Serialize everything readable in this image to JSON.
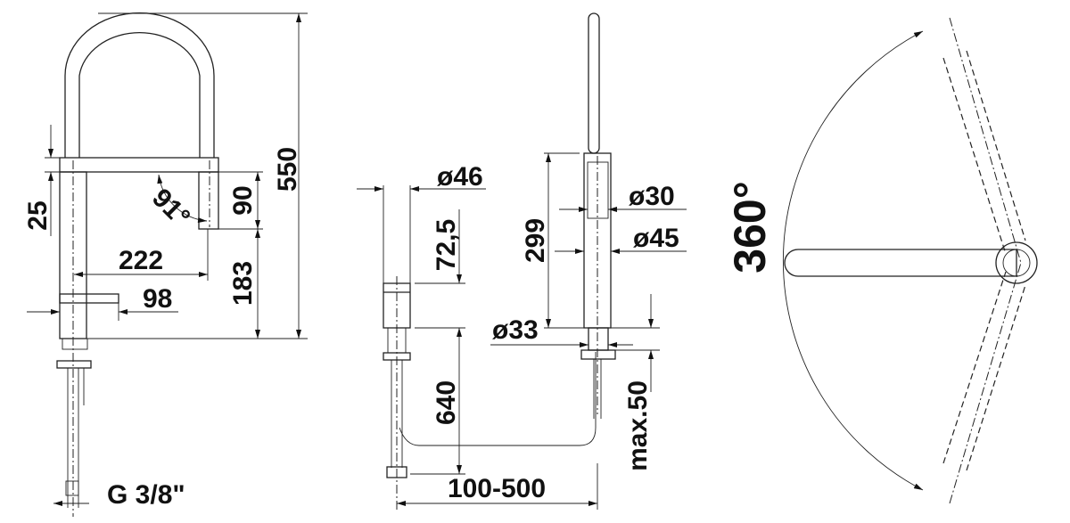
{
  "side_view": {
    "height_total": "550",
    "spray_offset": "25",
    "angle": "91°",
    "spray_drop": "90",
    "reach": "222",
    "lever": "98",
    "body_height": "183",
    "connection": "G 3/8\""
  },
  "control_unit": {
    "diameter": "ø46",
    "height": "72,5",
    "hose_length": "640",
    "distance": "100-500"
  },
  "spout_base": {
    "height": "299",
    "top_diameter": "ø30",
    "body_diameter": "ø45",
    "base_diameter": "ø33",
    "deck_thickness": "max.50"
  },
  "top_view": {
    "rotation": "360°"
  }
}
